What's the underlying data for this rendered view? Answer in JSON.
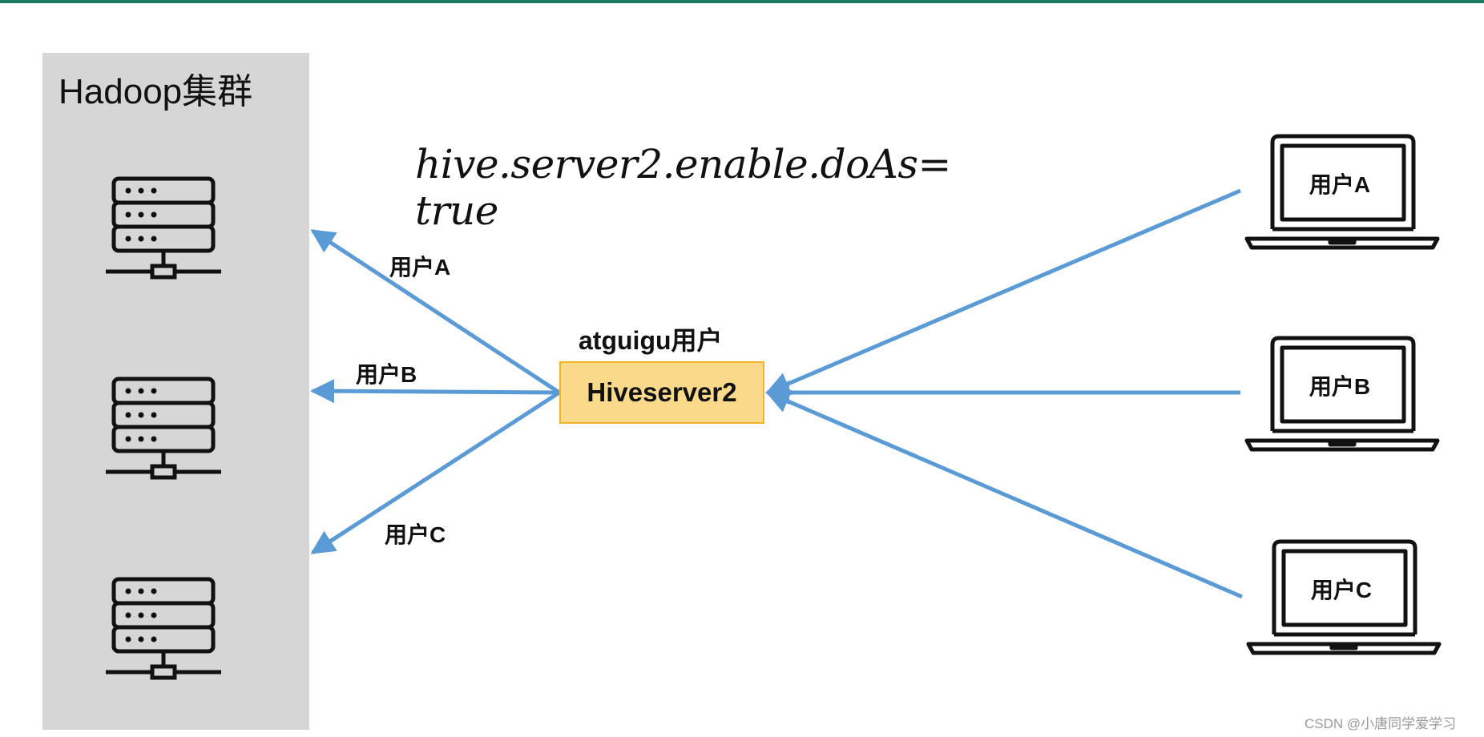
{
  "cluster": {
    "title": "Hadoop集群"
  },
  "config": {
    "line1": "hive.server2.enable.doAs=",
    "line2": "true"
  },
  "hiveserver": {
    "label": "Hiveserver2",
    "run_as_label": "atguigu用户"
  },
  "left_edges": [
    {
      "label": "用户A"
    },
    {
      "label": "用户B"
    },
    {
      "label": "用户C"
    }
  ],
  "clients": [
    {
      "label": "用户A"
    },
    {
      "label": "用户B"
    },
    {
      "label": "用户C"
    }
  ],
  "watermark": "CSDN @小唐同学爱学习",
  "colors": {
    "arrow": "#5b9bd5",
    "hive_fill": "#fbd98a",
    "hive_border": "#f0b429",
    "panel": "#d6d6d6",
    "top_bar": "#1e7a63"
  },
  "icons": {
    "server": "server-rack-icon",
    "client": "laptop-icon"
  }
}
